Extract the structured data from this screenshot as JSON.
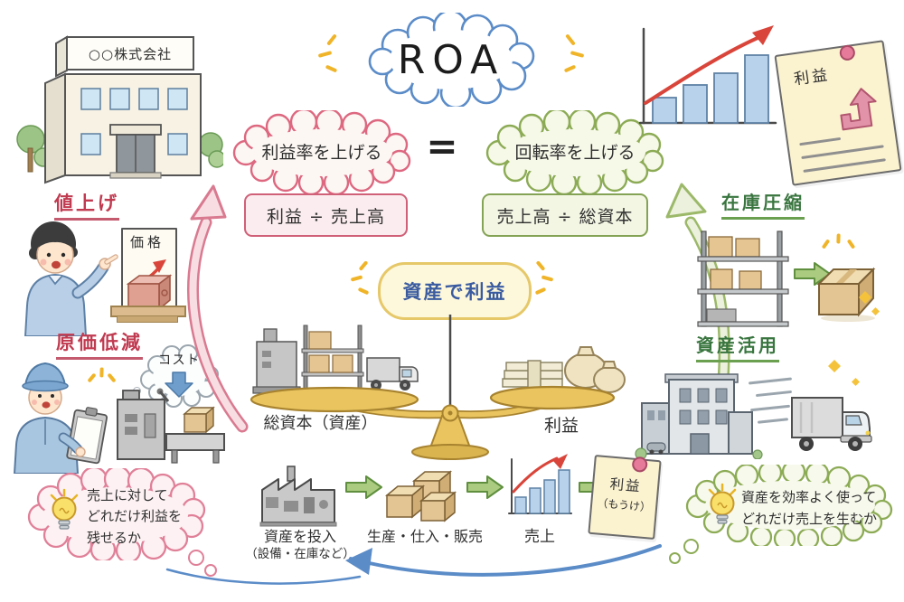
{
  "title": "ROA",
  "equation": {
    "left": "利益率を上げる",
    "equals": "=",
    "right": "回転率を上げる",
    "left_formula": "利益 ÷ 売上高",
    "right_formula": "売上高 ÷ 総資本"
  },
  "company_sign": "○○株式会社",
  "left_side": {
    "price_up_title": "値上げ",
    "price_sign": "価格",
    "cost_down_title": "原価低減",
    "cost_cloud": "コスト"
  },
  "right_side": {
    "inventory_title": "在庫圧縮",
    "asset_title": "資産活用"
  },
  "center": {
    "oval": "資産で利益",
    "scale_left": "総資本（資産）",
    "scale_right": "利益"
  },
  "top_right_note": "利益",
  "flow": {
    "step1": "資産を投入",
    "step1_sub": "（設備・在庫など）",
    "step2": "生産・仕入・販売",
    "step3": "売上",
    "note": "利益",
    "note_sub": "（もうけ）"
  },
  "thought_left": {
    "line1": "売上に対して",
    "line2": "どれだけ利益を",
    "line3": "残せるか"
  },
  "thought_right": {
    "line1": "資産を効率よく使って",
    "line2": "どれだけ売上を生むか"
  },
  "icons": {
    "lightbulb-icon": "hand-drawn bulb",
    "pushpin-icon": "pink pin",
    "sparkle-icon": "yellow diamond",
    "cost-down-arrow-icon": "blue down arrow",
    "growth-arrow-icon": "red rising arrow"
  },
  "colors": {
    "pink": "#d97a90",
    "pink_dark": "#c03a50",
    "green": "#8fae5e",
    "green_dark": "#39753f",
    "blue": "#5b8cc8",
    "yellow": "#f0b429",
    "gold": "#e9c45f",
    "red": "#d9453a",
    "paper": "#fbf2cf"
  }
}
